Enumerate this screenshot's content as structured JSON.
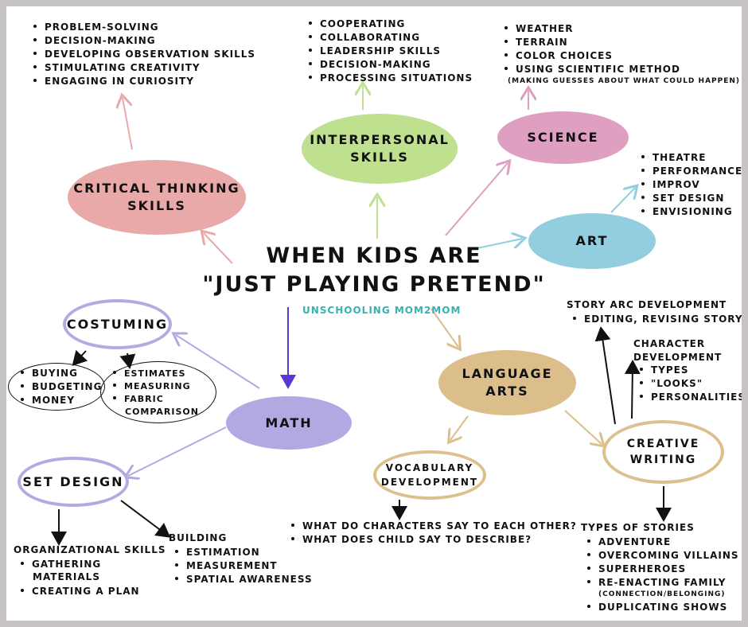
{
  "title": {
    "line1": "WHEN KIDS ARE",
    "line2": "\"JUST PLAYING PRETEND\""
  },
  "credit": "UNSCHOOLING MOM2MOM",
  "colors": {
    "critical": "#e9a9a9",
    "interpersonal": "#bfe08e",
    "science": "#df9fc1",
    "art": "#92cde0",
    "language": "#dcbe8b",
    "math": "#b4a8e2",
    "costuming_border": "#b6a9e2",
    "writing_border": "#dcc18f",
    "credit": "#35b3b1"
  },
  "nodes": {
    "critical_thinking": {
      "line1": "CRITICAL THINKING",
      "line2": "SKILLS"
    },
    "interpersonal": {
      "line1": "INTERPERSONAL",
      "line2": "SKILLS"
    },
    "science": "SCIENCE",
    "art": "ART",
    "language_arts": {
      "line1": "LANGUAGE",
      "line2": "ARTS"
    },
    "math": "MATH",
    "costuming": "COSTUMING",
    "set_design": "SET DESIGN",
    "vocabulary": {
      "line1": "VOCABULARY",
      "line2": "DEVELOPMENT"
    },
    "creative_writing": {
      "line1": "CREATIVE",
      "line2": "WRITING"
    }
  },
  "lists": {
    "critical_thinking": [
      "PROBLEM-SOLVING",
      "DECISION-MAKING",
      "DEVELOPING OBSERVATION SKILLS",
      "STIMULATING CREATIVITY",
      "ENGAGING IN CURIOSITY"
    ],
    "interpersonal": [
      "COOPERATING",
      "COLLABORATING",
      "LEADERSHIP SKILLS",
      "DECISION-MAKING",
      "PROCESSING SITUATIONS"
    ],
    "science": [
      "WEATHER",
      "TERRAIN",
      "COLOR CHOICES",
      "USING SCIENTIFIC METHOD"
    ],
    "science_note": "(MAKING GUESSES ABOUT WHAT COULD HAPPEN)",
    "art": [
      "THEATRE",
      "PERFORMANCE",
      "IMPROV",
      "SET DESIGN",
      "ENVISIONING"
    ],
    "story_arc": {
      "heading": "STORY ARC DEVELOPMENT",
      "items": [
        "EDITING, REVISING STORY"
      ]
    },
    "character": {
      "heading_line1": "CHARACTER",
      "heading_line2": "DEVELOPMENT",
      "items": [
        "TYPES",
        "\"LOOKS\"",
        "PERSONALITIES"
      ]
    },
    "costuming_left": [
      "BUYING",
      "BUDGETING",
      "MONEY"
    ],
    "costuming_right": [
      "ESTIMATES",
      "MEASURING",
      "FABRIC"
    ],
    "costuming_right_cont": "COMPARISON",
    "vocabulary": [
      "WHAT DO CHARACTERS SAY TO EACH OTHER?",
      "WHAT DOES CHILD SAY TO DESCRIBE?"
    ],
    "stories": {
      "heading": "TYPES OF STORIES",
      "items": [
        "ADVENTURE",
        "OVERCOMING VILLAINS",
        "SUPERHEROES",
        "RE-ENACTING FAMILY"
      ],
      "note": "(CONNECTION/BELONGING)",
      "last": "DUPLICATING SHOWS"
    },
    "organizational": {
      "heading": "ORGANIZATIONAL SKILLS",
      "items": [
        "GATHERING"
      ],
      "cont": "MATERIALS",
      "items2": [
        "CREATING A PLAN"
      ]
    },
    "building": {
      "heading": "BUILDING",
      "items": [
        "ESTIMATION",
        "MEASUREMENT",
        "SPATIAL AWARENESS"
      ]
    }
  }
}
